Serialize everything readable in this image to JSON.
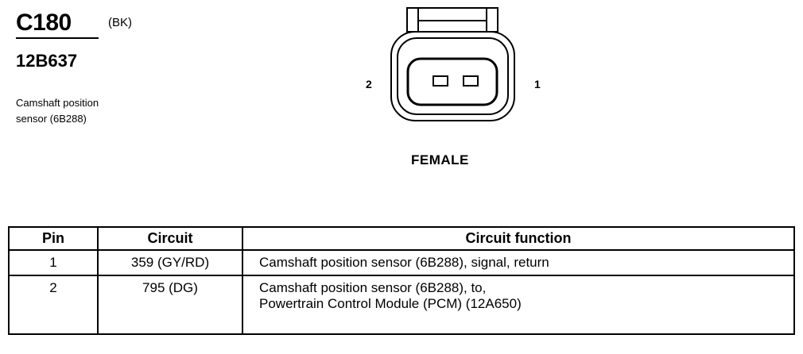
{
  "connector": {
    "id": "C180",
    "color": "(BK)",
    "part_number": "12B637",
    "description_line1": "Camshaft position",
    "description_line2": "sensor (6B288)"
  },
  "diagram": {
    "pin_left": "2",
    "pin_right": "1",
    "gender": "FEMALE"
  },
  "table": {
    "headers": [
      "Pin",
      "Circuit",
      "Circuit function"
    ],
    "rows": [
      {
        "pin": "1",
        "circuit": "359 (GY/RD)",
        "function_line1": "Camshaft position sensor (6B288), signal, return",
        "function_line2": ""
      },
      {
        "pin": "2",
        "circuit": "795 (DG)",
        "function_line1": "Camshaft position sensor (6B288), to,",
        "function_line2": "Powertrain Control Module (PCM) (12A650)"
      }
    ]
  }
}
